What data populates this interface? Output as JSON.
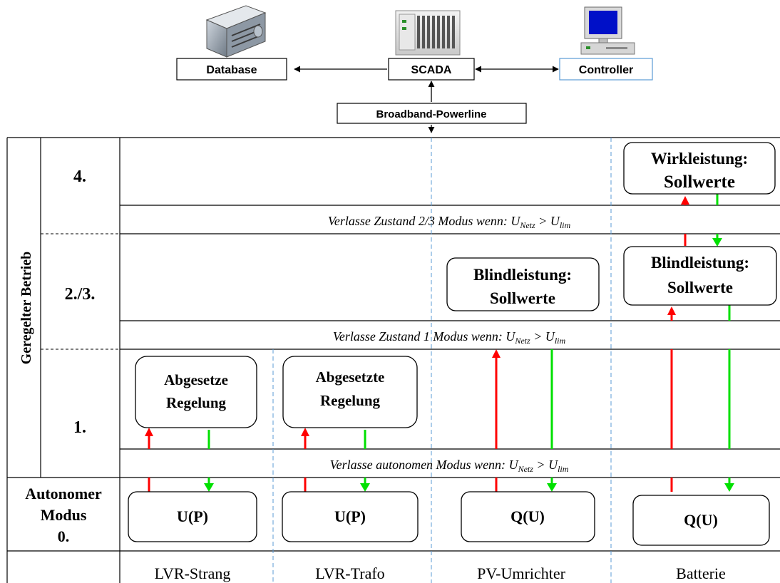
{
  "top_system": {
    "database_label": "Database",
    "scada_label": "SCADA",
    "controller_label": "Controller",
    "powerline_label": "Broadband-Powerline"
  },
  "left_column": {
    "vertical_label": "Geregelter Betrieb",
    "level_4": "4.",
    "level_23": "2./3.",
    "level_1": "1.",
    "autonomous_line1": "Autonomer",
    "autonomous_line2": "Modus",
    "autonomous_line3": "0."
  },
  "transitions": {
    "t23": {
      "prefix": "Verlasse Zustand 2/3 Modus wenn: ",
      "u": "U",
      "sub_netz": "Netz",
      "gt": " > ",
      "sub_lim": "lim"
    },
    "t1": {
      "prefix": "Verlasse Zustand 1 Modus wenn: ",
      "u": "U",
      "sub_netz": "Netz",
      "gt": " > ",
      "sub_lim": "lim"
    },
    "t0": {
      "prefix": "Verlasse autonomen Modus wenn: ",
      "u": "U",
      "sub_netz": "Netz",
      "gt": " > ",
      "sub_lim": "lim"
    }
  },
  "boxes": {
    "wirk_line1": "Wirkleistung:",
    "wirk_line2": "Sollwerte",
    "blind_pv_line1": "Blindleistung:",
    "blind_pv_line2": "Sollwerte",
    "blind_bat_line1": "Blindleistung:",
    "blind_bat_line2": "Sollwerte",
    "abg1_line1": "Abgesetze",
    "abg1_line2": "Regelung",
    "abg2_line1": "Abgesetzte",
    "abg2_line2": "Regelung",
    "mode_lvr_strang": "U(P)",
    "mode_lvr_trafo": "U(P)",
    "mode_pv": "Q(U)",
    "mode_batterie": "Q(U)"
  },
  "columns": {
    "lvr_strang": "LVR-Strang",
    "lvr_trafo": "LVR-Trafo",
    "pv": "PV-Umrichter",
    "batterie": "Batterie"
  },
  "colors": {
    "up_arrow": "#ff0000",
    "down_arrow": "#00e000",
    "dashed_divider": "#5b9bd5",
    "line": "#000000"
  },
  "icons": {
    "database": "database-server-icon",
    "scada": "scada-rack-icon",
    "controller": "desktop-computer-icon"
  }
}
